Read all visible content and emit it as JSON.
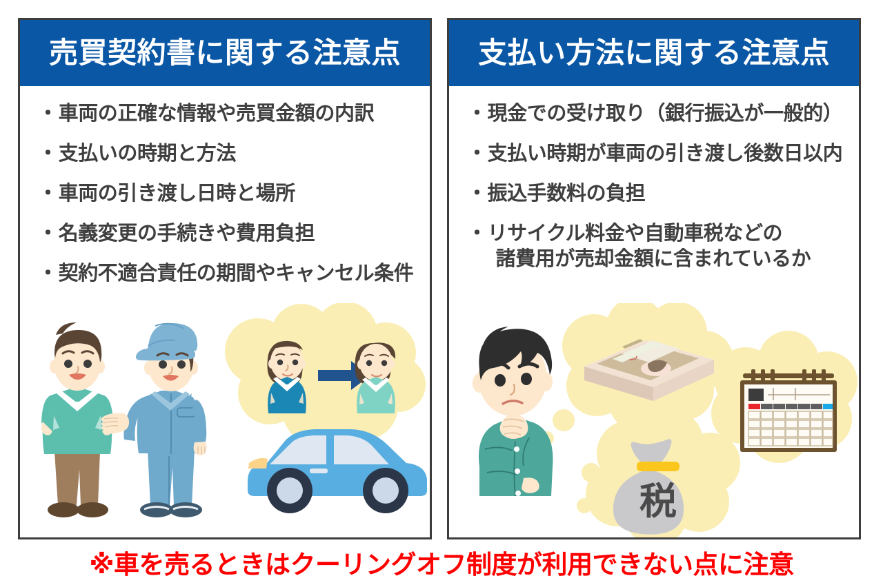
{
  "colors": {
    "header_blue": "#0a57a5",
    "panel_border": "#3d3d3d",
    "body_text": "#3f3f3f",
    "warning_red": "#ff0000",
    "bubble_yellow": "#faeeb4",
    "background": "#ffffff"
  },
  "panels": [
    {
      "id": "contract",
      "header": "売買契約書に関する注意点",
      "bullets": [
        {
          "marker": "・",
          "text": "車両の正確な情報や売買金額の内訳"
        },
        {
          "marker": "・",
          "text": "支払いの時期と方法"
        },
        {
          "marker": "・",
          "text": "車両の引き渡し日時と場所"
        },
        {
          "marker": "・",
          "text": "名義変更の手続きや費用負担"
        },
        {
          "marker": "・",
          "text": "契約不適合責任の期間やキャンセル条件"
        }
      ],
      "illustration": {
        "name": "customer-and-dealer-with-car",
        "elements": [
          "customer-figure",
          "mechanic-figure",
          "ownership-transfer-thought-bubble",
          "blue-sedan-car"
        ]
      }
    },
    {
      "id": "payment",
      "header": "支払い方法に関する注意点",
      "bullets": [
        {
          "marker": "・",
          "text": "現金での受け取り（銀行振込が一般的）"
        },
        {
          "marker": "・",
          "text": "支払い時期が車両の引き渡し後数日以内"
        },
        {
          "marker": "・",
          "text": "振込手数料の負担"
        },
        {
          "marker": "・",
          "text": "リサイクル料金や自動車税などの",
          "text_line2": "諸費用が売却金額に含まれているか"
        }
      ],
      "illustration": {
        "name": "worried-man-with-money-thoughts",
        "elements": [
          "worried-man-figure",
          "cash-bundle-thought-bubble",
          "calendar-thought-bubble",
          "tax-money-bag-thought-bubble"
        ],
        "money_bag_label": "税"
      }
    }
  ],
  "footer": {
    "note": "※車を売るときはクーリングオフ制度が利用できない点に注意"
  }
}
